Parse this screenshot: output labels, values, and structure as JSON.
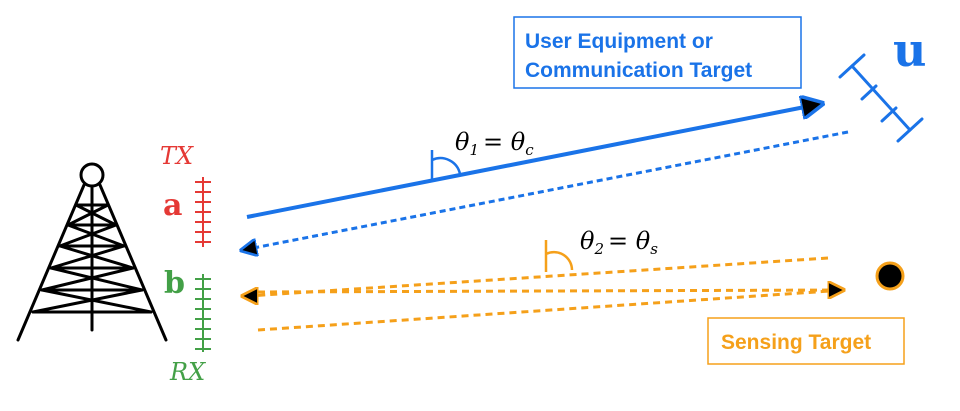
{
  "labels": {
    "ue_box_line1": "User Equipment or",
    "ue_box_line2": "Communication Target",
    "sensing_box": "Sensing Target",
    "ue_symbol": "u",
    "tx_label": "TX",
    "rx_label": "RX",
    "tx_array": "a",
    "rx_array": "b",
    "theta1_main": "θ",
    "theta1_sub": "1",
    "theta1_eq": "= θ",
    "theta1_sub2": "c",
    "theta2_main": "θ",
    "theta2_sub": "2",
    "theta2_eq": "= θ",
    "theta2_sub2": "s"
  },
  "colors": {
    "communication": "#1a73e8",
    "sensing": "#f5a01a",
    "tx": "#e53935",
    "rx": "#43a047",
    "tower": "#000000",
    "ue_box_border": "#1a73e8",
    "sensing_box_border": "#f5a01a"
  },
  "icons": {
    "tower": "antenna-tower-icon",
    "ue": "ue-antenna-icon",
    "target": "target-dot-icon"
  }
}
